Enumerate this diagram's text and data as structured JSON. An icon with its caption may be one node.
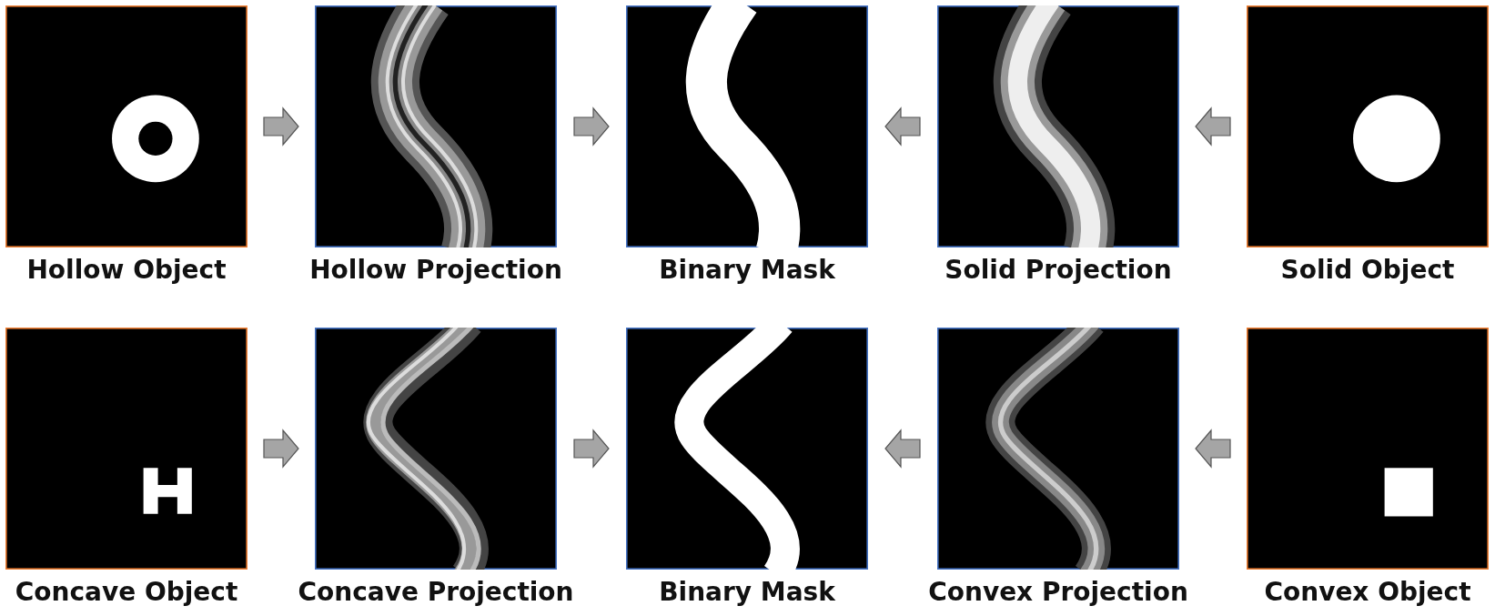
{
  "diagram": {
    "nodes": [
      {
        "text": [
          "Hollow Object"
        ]
      },
      {
        "text": [
          "Hollow Projection"
        ]
      },
      {
        "text": [
          "Binary Mask"
        ]
      },
      {
        "text": [
          "Solid Projection"
        ]
      },
      {
        "text": [
          "Solid Object"
        ]
      },
      {
        "text": [
          "Concave Object"
        ]
      },
      {
        "text": [
          "Concave Projection"
        ]
      },
      {
        "text": [
          "Binary Mask"
        ]
      },
      {
        "text": [
          "Convex Projection"
        ]
      },
      {
        "text": [
          "Convex Object"
        ]
      }
    ],
    "edges": [
      {
        "from": 0,
        "to": 1,
        "arrow": "to"
      },
      {
        "from": 1,
        "to": 2,
        "arrow": "to"
      },
      {
        "from": 3,
        "to": 2,
        "arrow": "to"
      },
      {
        "from": 4,
        "to": 3,
        "arrow": "to"
      },
      {
        "from": 5,
        "to": 6,
        "arrow": "to"
      },
      {
        "from": 6,
        "to": 7,
        "arrow": "to"
      },
      {
        "from": 8,
        "to": 7,
        "arrow": "to"
      },
      {
        "from": 9,
        "to": 8,
        "arrow": "to"
      }
    ]
  }
}
